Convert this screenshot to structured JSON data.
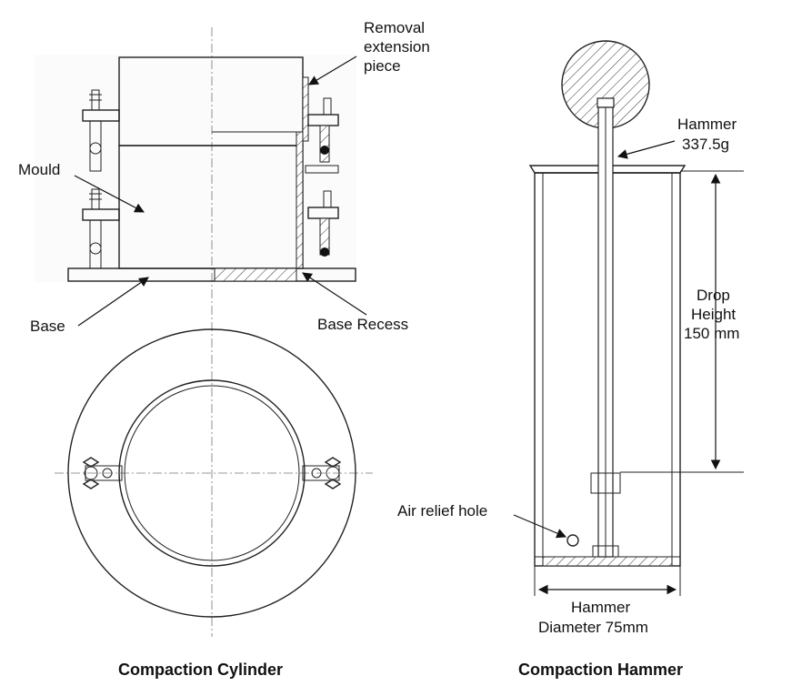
{
  "cylinder": {
    "caption": "Compaction Cylinder",
    "labels": {
      "removal_l1": "Removal",
      "removal_l2": "extension",
      "removal_l3": "piece",
      "mould": "Mould",
      "base": "Base",
      "base_recess": "Base Recess"
    }
  },
  "hammer": {
    "caption": "Compaction Hammer",
    "labels": {
      "hammer_l1": "Hammer",
      "hammer_l2": "337.5g",
      "drop_l1": "Drop",
      "drop_l2": "Height",
      "drop_l3": "150 mm",
      "air_relief": "Air relief hole",
      "diam_l1": "Hammer",
      "diam_l2": "Diameter 75mm"
    }
  }
}
